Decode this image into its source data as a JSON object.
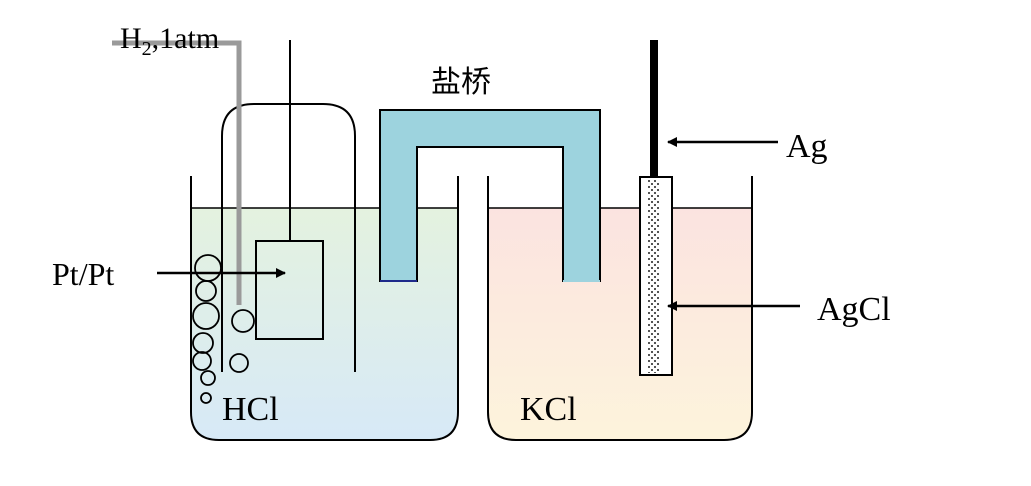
{
  "labels": {
    "gas": "H",
    "gas_sub": "2",
    "gas_rest": ",1atm",
    "salt_bridge": "盐桥",
    "ag": "Ag",
    "pt": "Pt/Pt",
    "agcl": "AgCl",
    "hcl": "HCl",
    "kcl": "KCl"
  },
  "colors": {
    "salt_bridge": "#9dd3de",
    "gas_tube": "#9a9a9a",
    "hcl_top": "#e4f2df",
    "hcl_bottom": "#d7e9f7",
    "kcl_top": "#fbe3e0",
    "kcl_bottom": "#fdf4dc"
  }
}
